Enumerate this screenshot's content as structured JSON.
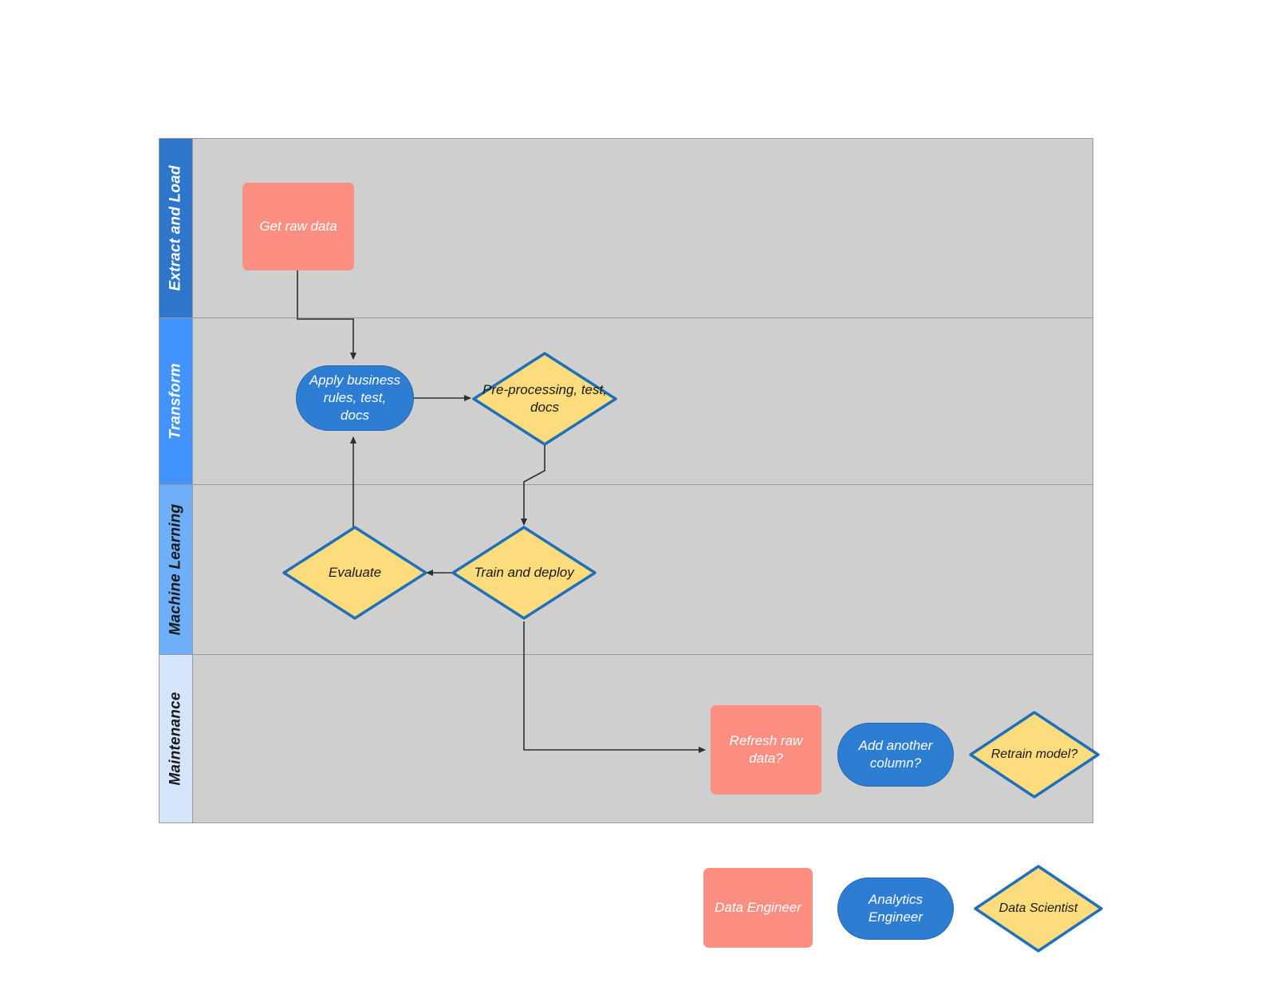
{
  "diagram": {
    "type": "swimlane-flowchart",
    "title": "",
    "colors": {
      "lane_header_1": "#2e75cc",
      "lane_header_2": "#4294fc",
      "lane_header_3": "#6faff9",
      "lane_header_4": "#d6e4fb",
      "lane_body": "#cfcfcf",
      "pool_border": "#9a9a9a",
      "data_engineer_fill": "#fc8f82",
      "analytics_engineer_fill": "#2d7dd2",
      "analytics_engineer_stroke": "#2766ae",
      "data_scientist_fill": "#fddc7e",
      "data_scientist_stroke": "#1f6fba",
      "connector": "#2f2f2f"
    },
    "lanes": [
      {
        "id": "extract-and-load",
        "label": "Extract and Load",
        "header_color": "#2e75cc",
        "header_text_color": "#ffffff"
      },
      {
        "id": "transform",
        "label": "Transform",
        "header_color": "#4294fc",
        "header_text_color": "#ffffff"
      },
      {
        "id": "machine-learning",
        "label": "Machine Learning",
        "header_color": "#6faff9",
        "header_text_color": "#1a1a1a"
      },
      {
        "id": "maintenance",
        "label": "Maintenance",
        "header_color": "#d6e4fb",
        "header_text_color": "#1a1a1a"
      }
    ],
    "nodes": [
      {
        "id": "get-raw-data",
        "label": "Get raw data",
        "shape": "rect",
        "role": "Data Engineer",
        "lane": "extract-and-load"
      },
      {
        "id": "apply-business-rules",
        "label": "Apply business rules, test, docs",
        "shape": "pill",
        "role": "Analytics Engineer",
        "lane": "transform"
      },
      {
        "id": "pre-processing",
        "label": "Pre-processing, test, docs",
        "shape": "diamond",
        "role": "Data Scientist",
        "lane": "transform"
      },
      {
        "id": "evaluate",
        "label": "Evaluate",
        "shape": "diamond",
        "role": "Data Scientist",
        "lane": "machine-learning"
      },
      {
        "id": "train-and-deploy",
        "label": "Train and deploy",
        "shape": "diamond",
        "role": "Data Scientist",
        "lane": "machine-learning"
      },
      {
        "id": "refresh-raw-data",
        "label": "Refresh raw data?",
        "shape": "rect",
        "role": "Data Engineer",
        "lane": "maintenance"
      },
      {
        "id": "add-another-column",
        "label": "Add another column?",
        "shape": "pill",
        "role": "Analytics Engineer",
        "lane": "maintenance"
      },
      {
        "id": "retrain-model",
        "label": "Retrain model?",
        "shape": "diamond",
        "role": "Data Scientist",
        "lane": "maintenance"
      }
    ],
    "edges": [
      {
        "from": "get-raw-data",
        "to": "apply-business-rules",
        "label": ""
      },
      {
        "from": "apply-business-rules",
        "to": "pre-processing",
        "label": ""
      },
      {
        "from": "pre-processing",
        "to": "train-and-deploy",
        "label": ""
      },
      {
        "from": "train-and-deploy",
        "to": "evaluate",
        "label": ""
      },
      {
        "from": "evaluate",
        "to": "apply-business-rules",
        "label": ""
      },
      {
        "from": "train-and-deploy",
        "to": "refresh-raw-data",
        "label": ""
      }
    ]
  },
  "legend": {
    "title": "",
    "items": [
      {
        "id": "data-engineer",
        "label": "Data Engineer",
        "shape": "rect"
      },
      {
        "id": "analytics-engineer",
        "label": "Analytics Engineer",
        "shape": "pill"
      },
      {
        "id": "data-scientist",
        "label": "Data Scientist",
        "shape": "diamond"
      }
    ]
  }
}
